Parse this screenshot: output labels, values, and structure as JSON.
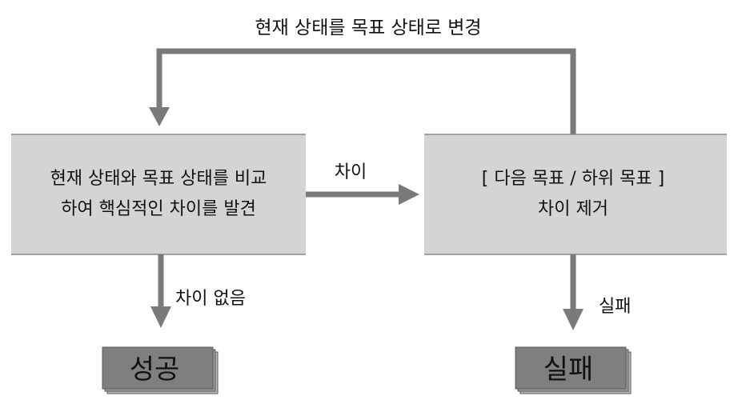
{
  "diagram": {
    "loop_label": "현재 상태를 목표 상태로 변경",
    "compare_box": {
      "line1": "현재 상태와 목표 상태를 비교",
      "line2": "하여 핵심적인 차이를 발견"
    },
    "reduce_box": {
      "line1": "[ 다음 목표 / 하위 목표 ]",
      "line2": "차이 제거"
    },
    "edge_difference": "차이",
    "edge_no_difference": "차이 없음",
    "edge_failure": "실패",
    "success_label": "성공",
    "failure_label": "실패",
    "colors": {
      "box_fill": "#d4d4d4",
      "arrow": "#7a7a7a",
      "terminal_fill": "#7f7f7f",
      "terminal_back": "#b8b8b8"
    }
  }
}
